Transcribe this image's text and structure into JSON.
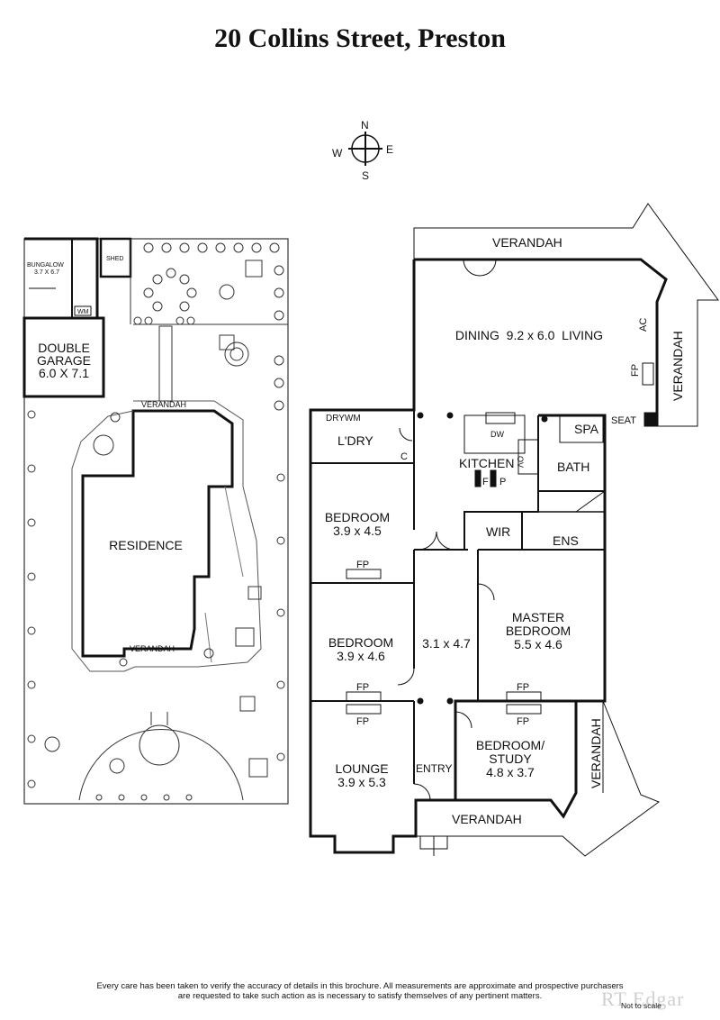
{
  "title": "20 Collins Street, Preston",
  "compass": {
    "n": "N",
    "e": "E",
    "s": "S",
    "w": "W"
  },
  "site": {
    "bungalow": "BUNGALOW",
    "bungalow_size": "3.7 X 6.7",
    "shed": "SHED",
    "wm": "WM",
    "garage_line1": "DOUBLE",
    "garage_line2": "GARAGE",
    "garage_size": "6.0 X 7.1",
    "verandah_top": "VERANDAH",
    "residence": "RESIDENCE",
    "verandah_bottom": "VERANDAH"
  },
  "plan": {
    "verandah_top": "VERANDAH",
    "verandah_right": "VERANDAH",
    "verandah_bottom": "VERANDAH",
    "verandah_front": "VERANDAH",
    "dining_living": "DINING  9.2 x 6.0  LIVING",
    "ac": "AC",
    "fp_living": "FP",
    "seat": "SEAT",
    "drywm": "DRYWM",
    "laundry": "L'DRY",
    "c": "C",
    "dw": "DW",
    "ov": "OV",
    "kitchen": "KITCHEN",
    "f": "F",
    "p": "P",
    "spa": "SPA",
    "bath": "BATH",
    "bed1": "BEDROOM",
    "bed1_size": "3.9 x 4.5",
    "fp_bed1": "FP",
    "wir": "WIR",
    "ens": "ENS",
    "bed2": "BEDROOM",
    "bed2_size": "3.9 x 4.6",
    "hall_size": "3.1 x 4.7",
    "master1": "MASTER",
    "master2": "BEDROOM",
    "master_size": "5.5 x 4.6",
    "fp_bed2": "FP",
    "fp_master": "FP",
    "fp_lounge": "FP",
    "fp_study": "FP",
    "lounge": "LOUNGE",
    "lounge_size": "3.9 x 5.3",
    "entry": "ENTRY",
    "study1": "BEDROOM/",
    "study2": "STUDY",
    "study_size": "4.8 x 3.7"
  },
  "disclaimer_line1": "Every care has been taken to verify the accuracy of details in this brochure.  All measurements are approximate and prospective purchasers",
  "disclaimer_line2": "are requested to take such action as is necessary to satisfy themselves of any pertinent matters.",
  "not_to_scale": "Not to scale",
  "brand": "RT Edgar"
}
